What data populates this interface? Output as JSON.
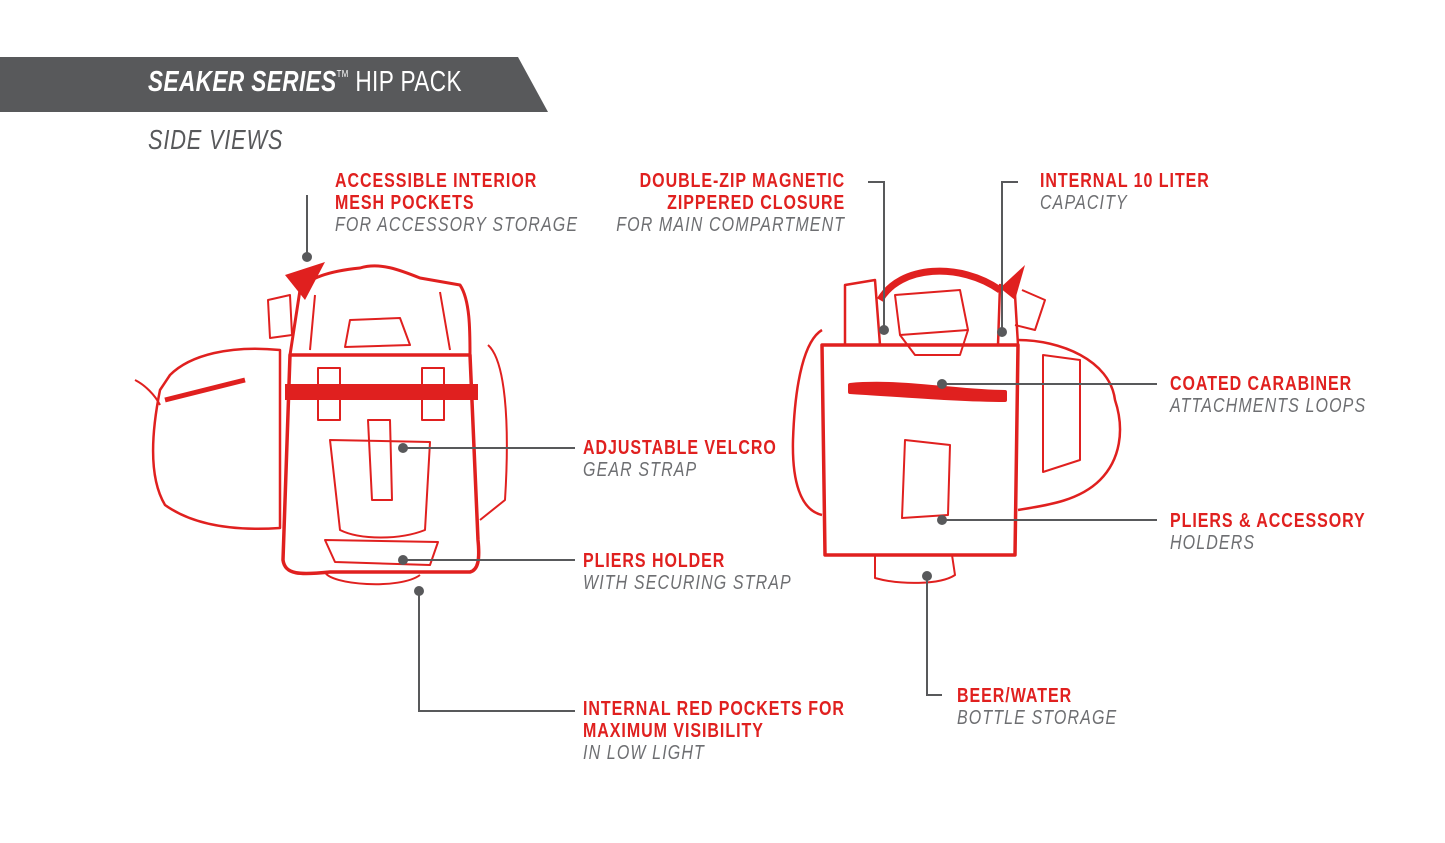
{
  "header": {
    "title_bold": "SEAKER SERIES",
    "trademark": "TM",
    "title_rest": "HIP PACK",
    "subtitle": "SIDE VIEWS"
  },
  "colors": {
    "accent": "#e0201f",
    "banner": "#58595b",
    "subtext": "#6d6e71",
    "leader": "#58595b"
  },
  "callouts": [
    {
      "lines": [
        "ACCESSIBLE INTERIOR",
        "MESH POCKETS"
      ],
      "sub": [
        "FOR ACCESSORY STORAGE"
      ]
    },
    {
      "lines": [
        "ADJUSTABLE VELCRO"
      ],
      "sub": [
        "GEAR STRAP"
      ]
    },
    {
      "lines": [
        "PLIERS HOLDER"
      ],
      "sub": [
        "WITH SECURING STRAP"
      ]
    },
    {
      "lines": [
        "INTERNAL RED POCKETS FOR",
        "MAXIMUM VISIBILITY"
      ],
      "sub": [
        "IN LOW LIGHT"
      ]
    },
    {
      "lines": [
        "DOUBLE-ZIP MAGNETIC",
        "ZIPPERED CLOSURE"
      ],
      "sub": [
        "FOR MAIN COMPARTMENT"
      ]
    },
    {
      "lines": [
        "INTERNAL 10 LITER"
      ],
      "sub": [
        "CAPACITY"
      ]
    },
    {
      "lines": [
        "COATED CARABINER"
      ],
      "sub": [
        "ATTACHMENTS LOOPS"
      ]
    },
    {
      "lines": [
        "PLIERS & ACCESSORY"
      ],
      "sub": [
        "HOLDERS"
      ]
    },
    {
      "lines": [
        "BEER/WATER"
      ],
      "sub": [
        "BOTTLE STORAGE"
      ]
    }
  ]
}
